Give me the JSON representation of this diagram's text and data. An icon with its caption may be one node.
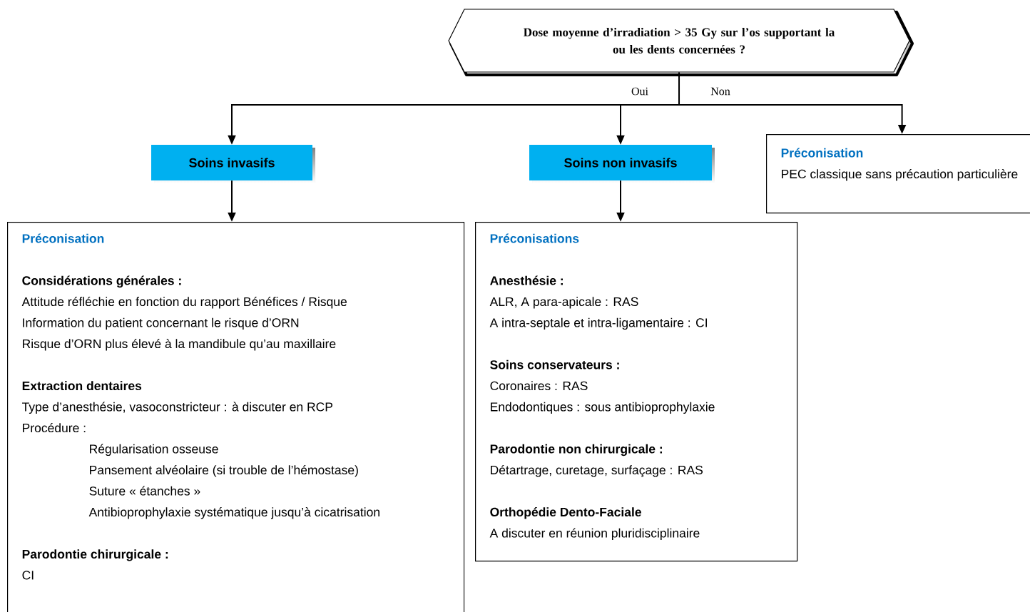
{
  "diagram": {
    "nodes": [
      {
        "text": [
          "Dose moyenne d’irradiation > 35 Gy sur l’os supportant la ou les dents concernées ?"
        ]
      },
      {
        "text": [
          "Soins invasifs"
        ]
      },
      {
        "text": [
          "Soins non invasifs"
        ]
      },
      {
        "text": [
          "Préconisation",
          "PEC classique sans précaution particulière"
        ]
      },
      {
        "text": [
          "Préconisation",
          "Considérations générales :",
          "Attitude réfléchie en fonction du rapport Bénéfices / Risque",
          "Information du patient concernant le risque d’ORN",
          "Risque d’ORN plus élevé à la mandibule qu’au maxillaire",
          "Extraction dentaires",
          "Type d’anesthésie, vasoconstricteur : à discuter en RCP",
          "Procédure :",
          "Régularisation osseuse",
          "Pansement alvéolaire (si trouble de l’hémostase)",
          "Suture « étanches »",
          "Antibioprophylaxie systématique jusqu’à cicatrisation",
          "Parodontie chirurgicale :",
          "CI"
        ]
      },
      {
        "text": [
          "Préconisations",
          "Anesthésie :",
          "ALR, A para-apicale : RAS",
          "A intra-septale et intra-ligamentaire : CI",
          "Soins conservateurs :",
          "Coronaires : RAS",
          "Endodontiques : sous antibioprophylaxie",
          "Parodontie non chirurgicale :",
          "Détartrage, curetage, surfaçage : RAS",
          "Orthopédie Dento-Faciale",
          "A discuter en réunion pluridisciplinaire"
        ]
      }
    ],
    "edges": [
      {
        "from": 0,
        "to": 1,
        "arrow": "to",
        "label": "Oui"
      },
      {
        "from": 0,
        "to": 2,
        "arrow": "to"
      },
      {
        "from": 0,
        "to": 3,
        "arrow": "to",
        "label": "Non"
      },
      {
        "from": 1,
        "to": 4,
        "arrow": "to"
      },
      {
        "from": 2,
        "to": 5,
        "arrow": "to"
      }
    ]
  }
}
